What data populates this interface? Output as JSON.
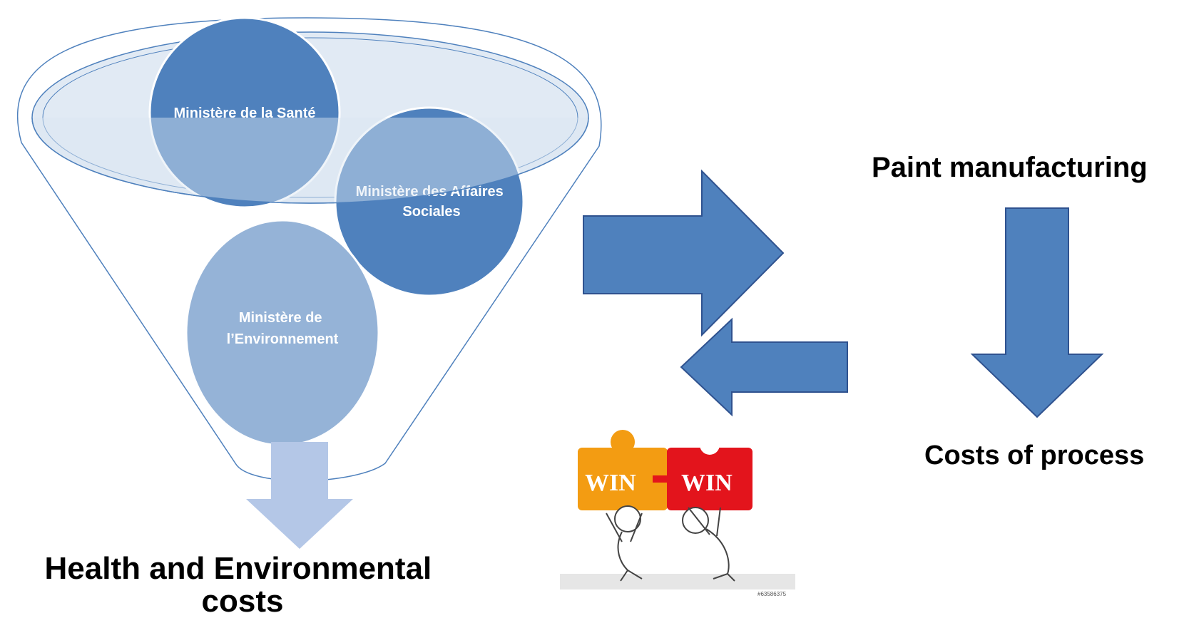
{
  "funnel": {
    "circles": [
      {
        "lines": [
          "Ministère de la Santé"
        ]
      },
      {
        "lines": [
          "Ministère des Affaires",
          "Sociales"
        ]
      },
      {
        "lines": [
          "Ministère de",
          "l’Environnement"
        ]
      }
    ],
    "output_label_line1": "Health and Environmental",
    "output_label_line2": "costs"
  },
  "process": {
    "top_label": "Paint manufacturing",
    "bottom_label": "Costs of process"
  },
  "win_win_image": {
    "left_piece": "WIN",
    "right_piece": "WIN",
    "stock_id": "#63586375"
  },
  "colors": {
    "dark_blue": "#4F81BD",
    "light_blue": "#95B3D7",
    "funnel_fill": "#DCE6F2",
    "funnel_stroke": "#4F81BD",
    "arrow_outline": "#2F528F",
    "funnel_arrow": "#B4C7E7",
    "puzzle_orange": "#F39C12",
    "puzzle_red": "#E3141C"
  }
}
